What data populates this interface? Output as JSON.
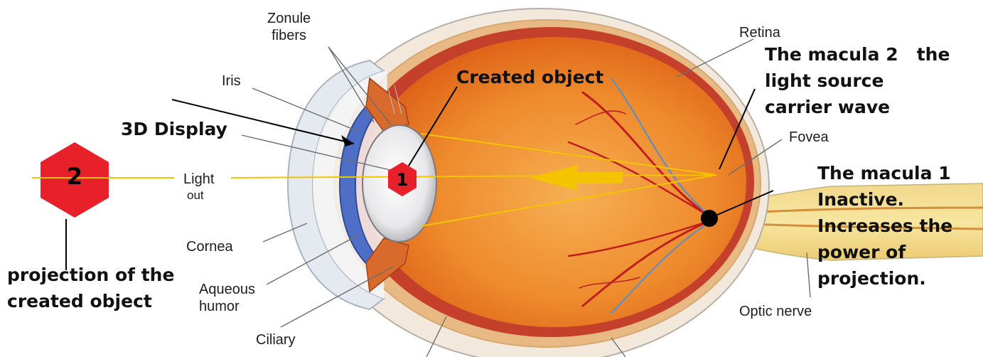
{
  "labels": {
    "zonule": "Zonule\nfibers",
    "retina": "Retina",
    "iris": "Iris",
    "fovea": "Fovea",
    "light": "Light",
    "out": "out",
    "cornea": "Cornea",
    "aqueous": "Aqueous\nhumor",
    "ciliary": "Ciliary",
    "optic_nerve": "Optic nerve"
  },
  "annotations": {
    "created_object": "Created object",
    "display_3d": "3D Display",
    "macula2": "The macula 2   the\nlight source\ncarrier wave",
    "macula1": "The macula 1\nInactive.\nIncreases the\npower of\nprojection.",
    "projection": "projection of the\ncreated object"
  },
  "markers": {
    "hex_large": "2",
    "hex_small": "1"
  },
  "colors": {
    "hex_fill": "#e8202a",
    "light_ray": "#f4c400",
    "eye_orange": "#e8701e",
    "sclera": "#f3d9b8"
  }
}
